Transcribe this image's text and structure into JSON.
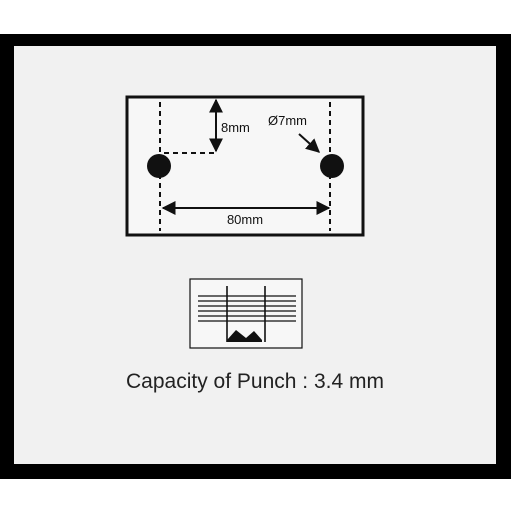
{
  "diagram": {
    "depth_label": "8mm",
    "hole_diameter_label": "Ø7mm",
    "hole_spacing_label": "80mm",
    "caption": "Capacity of Punch : 3.4 mm"
  },
  "colors": {
    "frame": "#000000",
    "panel": "#f1f1f1",
    "ink": "#111111"
  }
}
